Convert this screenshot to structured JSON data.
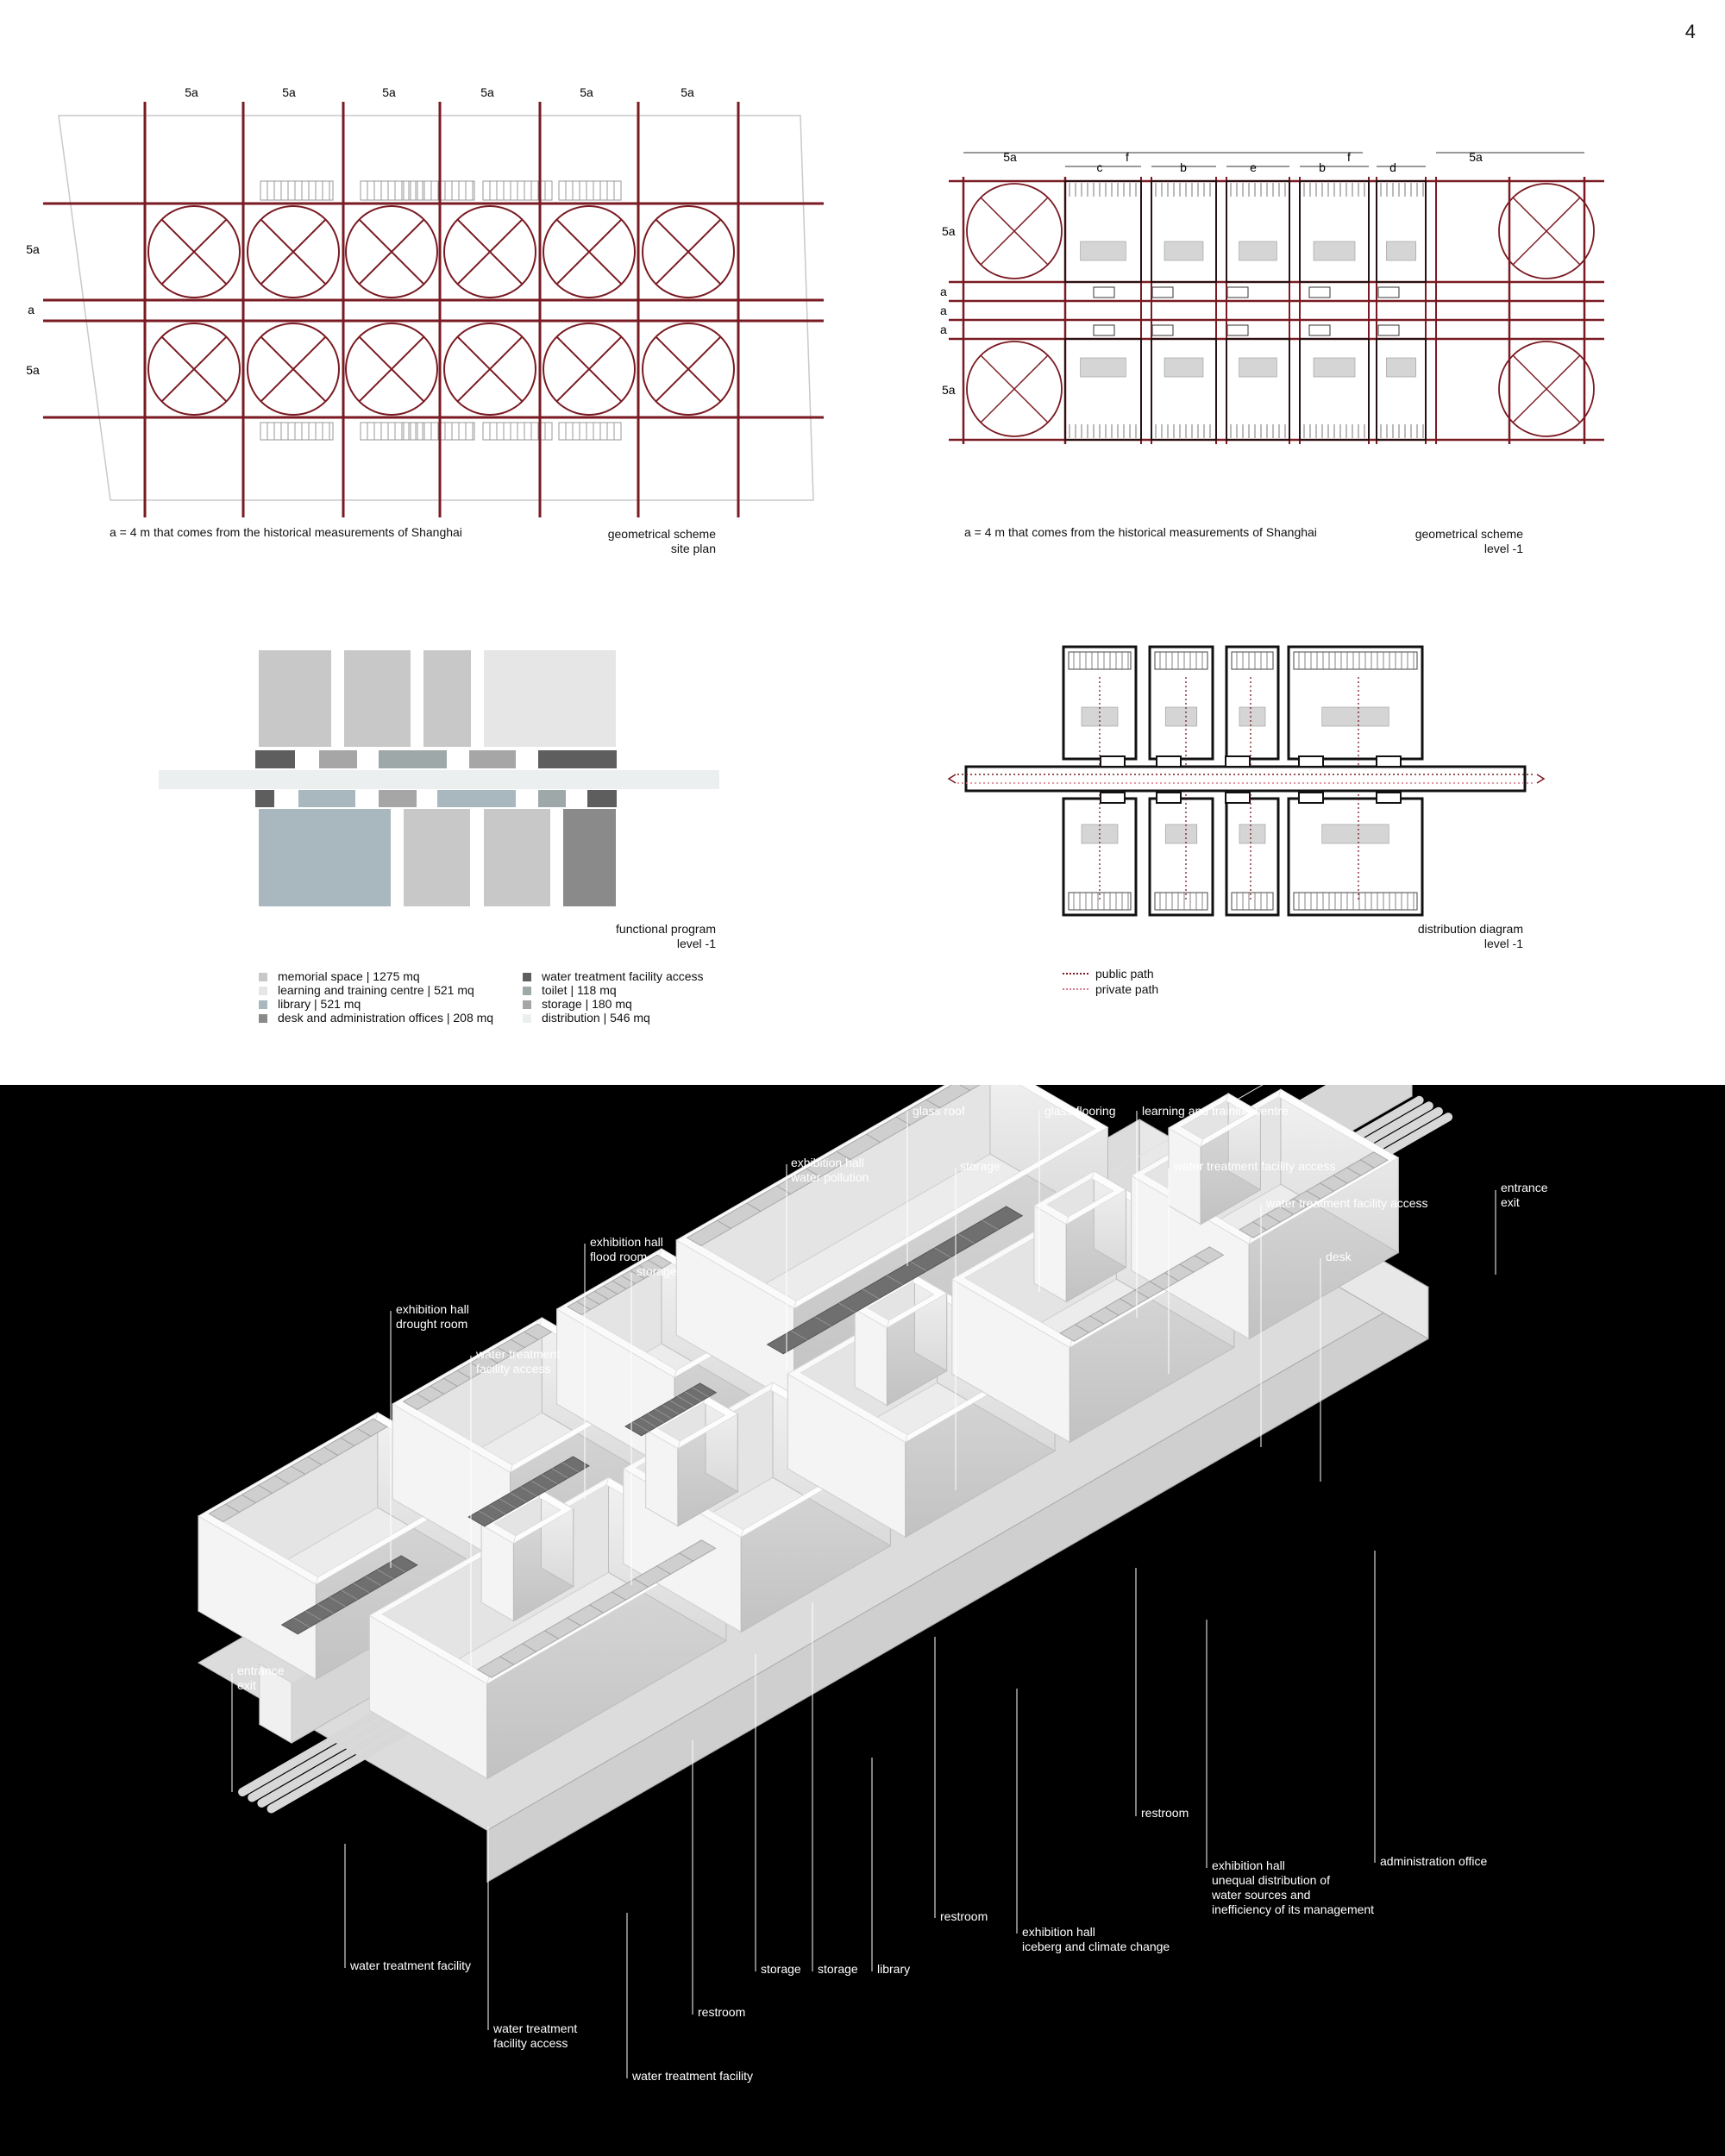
{
  "page_number": "4",
  "site_plan": {
    "top_labels": [
      "5a",
      "5a",
      "5a",
      "5a",
      "5a",
      "5a"
    ],
    "side_labels": [
      "5a",
      "a",
      "5a"
    ],
    "note": "a = 4 m that comes from the historical measurements of Shanghai",
    "caption_1": "geometrical scheme",
    "caption_2": "site plan"
  },
  "level_plan": {
    "top_labels": [
      "5a",
      "f",
      "c",
      "b",
      "e",
      "b",
      "f",
      "d",
      "5a"
    ],
    "side_labels": [
      "5a",
      "a",
      "a",
      "a",
      "5a"
    ],
    "note": "a = 4 m that comes from the historical measurements of Shanghai",
    "caption_1": "geometrical scheme",
    "caption_2": "level -1"
  },
  "functional_program": {
    "caption_1": "functional program",
    "caption_2": "level -1",
    "legend": [
      {
        "label": "memorial space | 1275 mq",
        "color": "#c8c8c8"
      },
      {
        "label": "learning and training centre | 521 mq",
        "color": "#e6e6e6"
      },
      {
        "label": "library | 521 mq",
        "color": "#a8b8be"
      },
      {
        "label": "desk and administration offices | 208 mq",
        "color": "#8a8a8a"
      },
      {
        "label": "water treatment facility access",
        "color": "#5e5e5e"
      },
      {
        "label": "toilet | 118 mq",
        "color": "#9ea8a8"
      },
      {
        "label": "storage | 180 mq",
        "color": "#a6a6a6"
      },
      {
        "label": "distribution | 546 mq",
        "color": "#eceff0"
      }
    ]
  },
  "distribution": {
    "caption_1": "distribution diagram",
    "caption_2": "level -1",
    "legend": [
      {
        "label": "public path",
        "color": "#7a1a22"
      },
      {
        "label": "private path",
        "color": "#d87a8a"
      }
    ]
  },
  "axonometric": {
    "labels": {
      "glass_roof": "glass roof",
      "glass_flooring": "glass flooring",
      "learning": "learning and training centre",
      "pollution_1": "exhibition hall",
      "pollution_2": "water pollution",
      "storage_top": "storage",
      "wtfa_top": "water treatment facility access",
      "wtfa_right": "water treatment facility access",
      "entrance_r1": "entrance",
      "entrance_r2": "exit",
      "flood_1": "exhibition hall",
      "flood_2": "flood room",
      "storage_mid": "storage",
      "desk": "desk",
      "drought_1": "exhibition hall",
      "drought_2": "drought room",
      "wtfa_left_1": "water treatment",
      "wtfa_left_2": "facility access",
      "entrance_l1": "entrance",
      "entrance_l2": "exit",
      "restroom_right": "restroom",
      "unequal_1": "exhibition hall",
      "unequal_2": "unequal distribution of",
      "unequal_3": "water sources and",
      "unequal_4": "inefficiency of its management",
      "admin": "administration office",
      "restroom_mid": "restroom",
      "iceberg_1": "exhibition hall",
      "iceberg_2": "iceberg and climate change",
      "wtf_left": "water treatment facility",
      "storage_b1": "storage",
      "storage_b2": "storage",
      "library": "library",
      "restroom_bottom": "restroom",
      "wtfa_bottom_1": "water treatment",
      "wtfa_bottom_2": "facility access",
      "wtf_bottom": "water treatment facility"
    }
  }
}
